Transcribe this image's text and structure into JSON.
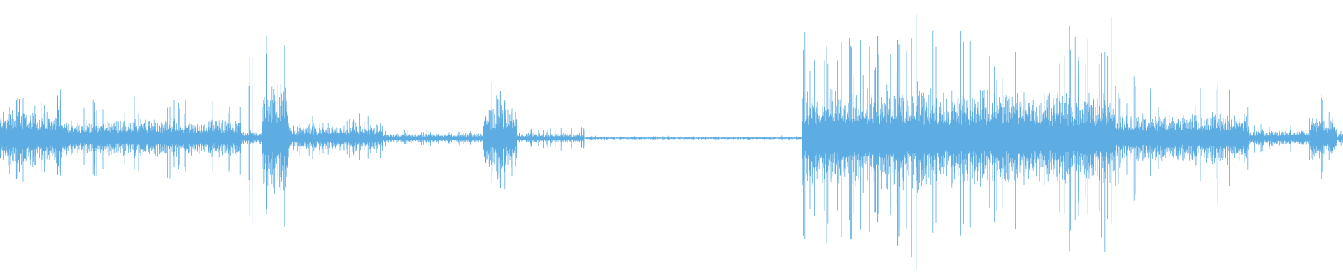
{
  "waveform": {
    "color": "#5DADE2",
    "background": "#FFFFFF",
    "segments": [
      {
        "start": 0.0,
        "end": 0.045,
        "level": 0.22,
        "peak": 0.4
      },
      {
        "start": 0.045,
        "end": 0.18,
        "level": 0.15,
        "peak": 0.36
      },
      {
        "start": 0.18,
        "end": 0.195,
        "level": 0.05,
        "peak": 0.08
      },
      {
        "start": 0.195,
        "end": 0.215,
        "level": 0.42,
        "peak": 0.8
      },
      {
        "start": 0.215,
        "end": 0.285,
        "level": 0.1,
        "peak": 0.2
      },
      {
        "start": 0.285,
        "end": 0.36,
        "level": 0.04,
        "peak": 0.07
      },
      {
        "start": 0.36,
        "end": 0.385,
        "level": 0.24,
        "peak": 0.46
      },
      {
        "start": 0.385,
        "end": 0.435,
        "level": 0.04,
        "peak": 0.1
      },
      {
        "start": 0.435,
        "end": 0.597,
        "level": 0.01,
        "peak": 0.02
      },
      {
        "start": 0.597,
        "end": 0.7,
        "level": 0.4,
        "peak": 1.0
      },
      {
        "start": 0.7,
        "end": 0.83,
        "level": 0.38,
        "peak": 0.95
      },
      {
        "start": 0.83,
        "end": 0.93,
        "level": 0.2,
        "peak": 0.52
      },
      {
        "start": 0.93,
        "end": 0.975,
        "level": 0.06,
        "peak": 0.12
      },
      {
        "start": 0.975,
        "end": 0.995,
        "level": 0.18,
        "peak": 0.35
      },
      {
        "start": 0.995,
        "end": 1.0,
        "level": 0.04,
        "peak": 0.06
      }
    ],
    "spikes": [
      {
        "at": 0.013,
        "peak": 0.48
      },
      {
        "at": 0.044,
        "peak": 0.42
      },
      {
        "at": 0.187,
        "peak": 0.74
      },
      {
        "at": 0.372,
        "peak": 0.5
      },
      {
        "at": 0.434,
        "peak": 0.1
      },
      {
        "at": 0.652,
        "peak": 0.98
      },
      {
        "at": 0.669,
        "peak": 0.9
      },
      {
        "at": 0.802,
        "peak": 0.92
      },
      {
        "at": 0.985,
        "peak": 0.4
      }
    ]
  }
}
